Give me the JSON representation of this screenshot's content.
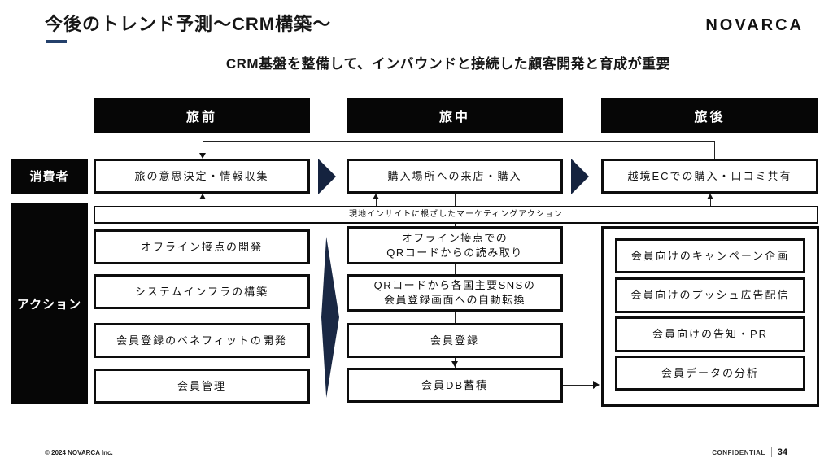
{
  "slide": {
    "title": "今後のトレンド予測〜CRM構築〜",
    "subtitle": "CRM基盤を整備して、インバウンドと接続した顧客開発と育成が重要",
    "logo": "NOVARCA",
    "accent_navy": "#24406b",
    "arrow_navy": "#15233f"
  },
  "phases": [
    {
      "label": "旅前"
    },
    {
      "label": "旅中"
    },
    {
      "label": "旅後"
    }
  ],
  "row_labels": {
    "consumer": "消費者",
    "action": "アクション"
  },
  "consumer_boxes": [
    "旅の意思決定・情報収集",
    "購入場所への来店・購入",
    "越境ECでの購入・口コミ共有"
  ],
  "marketing_bar": "現地インサイトに根ざしたマーケティングアクション",
  "actions_pre": [
    "オフライン接点の開発",
    "システムインフラの構築",
    "会員登録のベネフィットの開発",
    "会員管理"
  ],
  "actions_during": [
    "オフライン接点での\nQRコードからの読み取り",
    "QRコードから各国主要SNSの\n会員登録画面への自動転換",
    "会員登録",
    "会員DB蓄積"
  ],
  "actions_post": [
    "会員向けのキャンペーン企画",
    "会員向けのプッシュ広告配信",
    "会員向けの告知・PR",
    "会員データの分析"
  ],
  "footer": {
    "copyright": "© 2024 NOVARCA Inc.",
    "confidential": "CONFIDENTIAL",
    "page": "34"
  }
}
